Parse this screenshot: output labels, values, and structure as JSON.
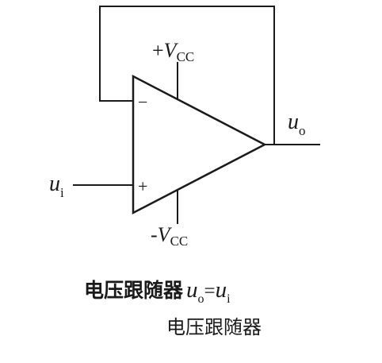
{
  "diagram": {
    "supply_positive": {
      "sign": "+",
      "symbol": "V",
      "subscript": "CC"
    },
    "supply_negative": {
      "sign": "-",
      "symbol": "V",
      "subscript": "CC"
    },
    "inverting_input_sign": "−",
    "noninverting_input_sign": "+",
    "input_label": {
      "symbol": "u",
      "subscript": "i"
    },
    "output_label": {
      "symbol": "u",
      "subscript": "o"
    }
  },
  "caption": {
    "title_text": "电压跟随器",
    "equation": {
      "lhs_symbol": "u",
      "lhs_subscript": "o",
      "equals": "=",
      "rhs_symbol": "u",
      "rhs_subscript": "i"
    },
    "subtitle": "电压跟随器"
  },
  "colors": {
    "line": "#1a1a1a",
    "background": "#ffffff"
  }
}
